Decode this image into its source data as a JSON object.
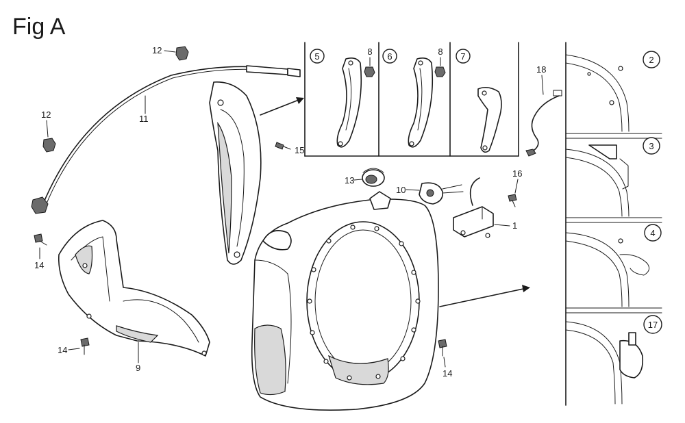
{
  "figure": {
    "title": "Fig A"
  },
  "callouts": {
    "c1": "1",
    "c9": "9",
    "c10": "10",
    "c11": "11",
    "c12a": "12",
    "c12b": "12",
    "c13": "13",
    "c14a": "14",
    "c14b": "14",
    "c14c": "14",
    "c15": "15",
    "c16": "16",
    "c18": "18"
  },
  "inset_labels": {
    "i5": "5",
    "i6": "6",
    "i7": "7",
    "i8a": "8",
    "i8b": "8",
    "i2": "2",
    "i3": "3",
    "i4": "4",
    "i17": "17"
  }
}
